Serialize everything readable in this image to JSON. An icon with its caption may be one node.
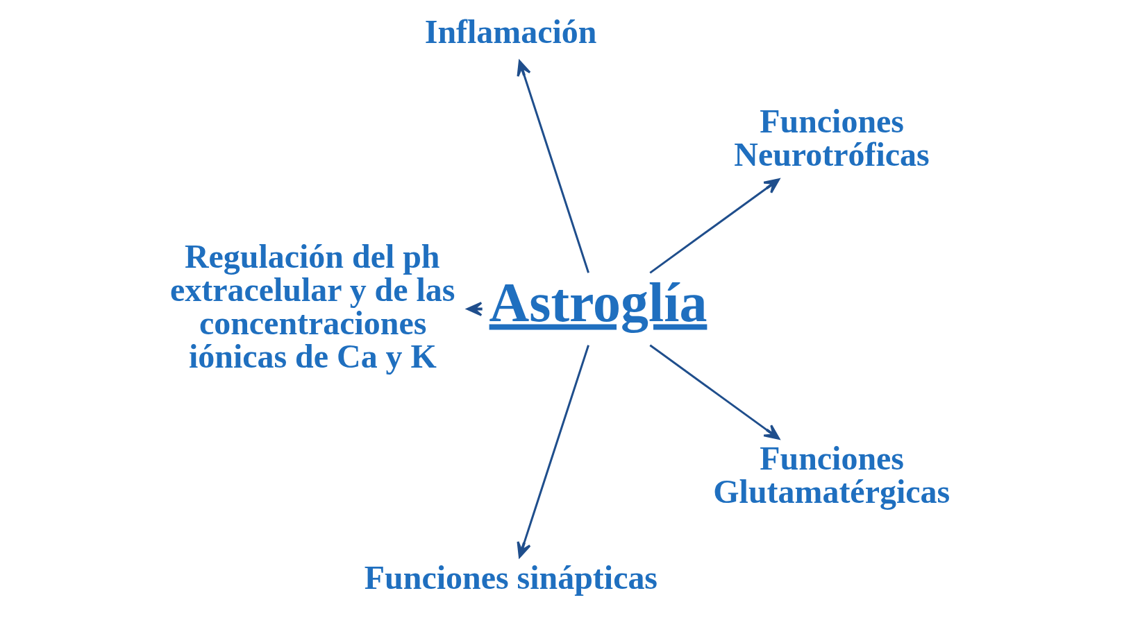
{
  "diagram": {
    "nodes": [
      {
        "text": [
          "Funciones Neurotróficas"
        ]
      },
      {
        "text": [
          "Inflamación"
        ]
      },
      {
        "text": [
          "Astroglía"
        ]
      },
      {
        "text": [
          "Regulación del ph extracelular y de las concentraciones iónicas de Ca y K"
        ]
      },
      {
        "text": [
          "Funciones sinápticas"
        ]
      },
      {
        "text": [
          "Funciones Glutamatérgicas"
        ]
      }
    ],
    "edges": [
      {
        "from": 2,
        "to": 0,
        "arrow": "to"
      },
      {
        "from": 2,
        "to": 1,
        "arrow": "to"
      },
      {
        "from": 2,
        "to": 3,
        "arrow": "to"
      },
      {
        "from": 2,
        "to": 4,
        "arrow": "to"
      },
      {
        "from": 2,
        "to": 5,
        "arrow": "to"
      }
    ]
  }
}
